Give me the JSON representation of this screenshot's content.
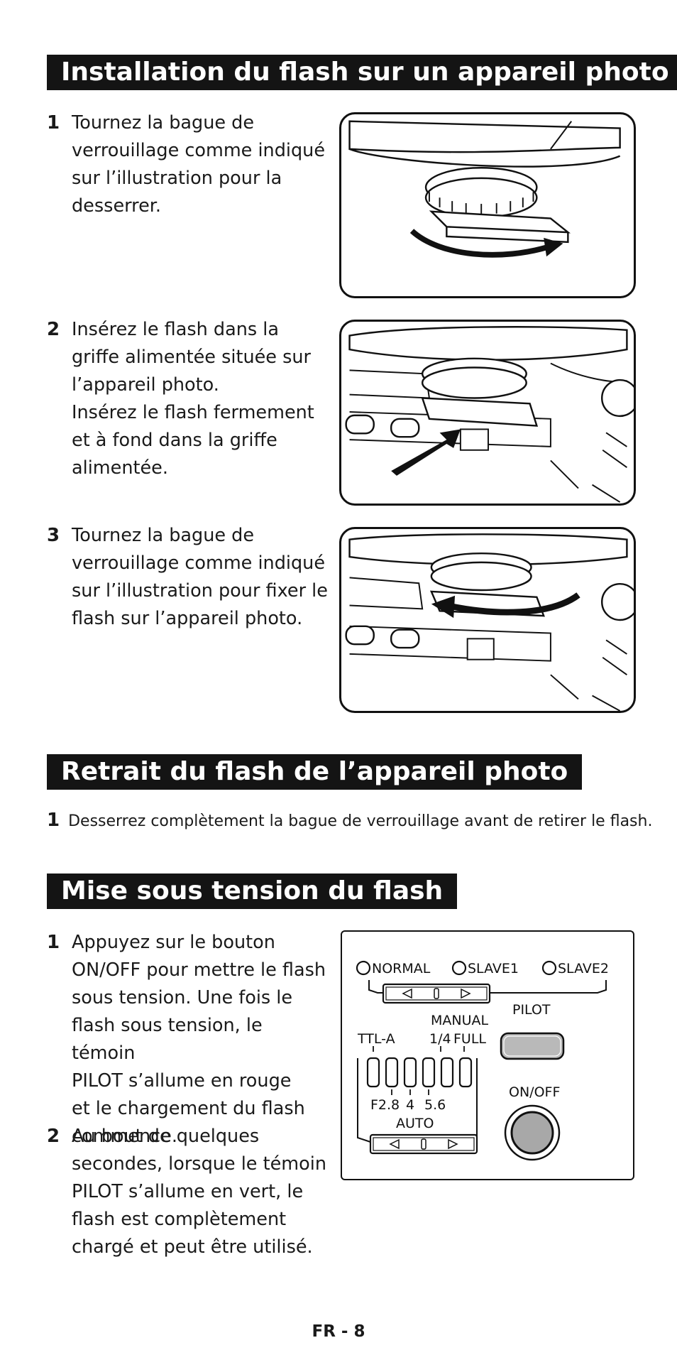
{
  "sections": [
    {
      "title": "Installation du flash sur un appareil photo"
    },
    {
      "title": "Retrait du flash de l’appareil photo"
    },
    {
      "title": "Mise sous tension du flash"
    }
  ],
  "install_steps": [
    {
      "num": "1",
      "lines": [
        "Tournez la bague de",
        "verrouillage comme indiqué",
        "sur l’illustration pour la",
        "desserrer."
      ]
    },
    {
      "num": "2",
      "lines": [
        "Insérez le flash dans la",
        "griffe alimentée située sur",
        "l’appareil photo.",
        "Insérez le flash fermement",
        "et à fond dans la griffe",
        "alimentée."
      ]
    },
    {
      "num": "3",
      "lines": [
        "Tournez la bague de",
        "verrouillage comme indiqué",
        "sur l’illustration pour fixer le",
        "flash sur l’appareil photo."
      ]
    }
  ],
  "removal_step": {
    "num": "1",
    "text": "Desserrez complètement la bague de verrouillage avant de retirer le flash."
  },
  "power_steps": [
    {
      "num": "1",
      "lines": [
        "Appuyez sur le bouton",
        "ON/OFF pour mettre le flash",
        "sous tension. Une fois le",
        "flash sous tension, le témoin",
        "PILOT s’allume en rouge",
        "et le chargement du flash",
        "commence."
      ]
    },
    {
      "num": "2",
      "lines": [
        "Au bout de quelques",
        "secondes, lorsque le témoin",
        "PILOT s’allume en vert, le",
        "flash est complètement",
        "chargé et peut être utilisé."
      ]
    }
  ],
  "panel": {
    "modes": [
      "NORMAL",
      "SLAVE1",
      "SLAVE2"
    ],
    "pilot": "PILOT",
    "manual": "MANUAL",
    "ttl": "TTL-A",
    "manual_values": [
      "1/4",
      "FULL"
    ],
    "auto_values": [
      "F2.8",
      "4",
      "5.6"
    ],
    "auto": "AUTO",
    "onoff": "ON/OFF"
  },
  "footer": "FR - 8"
}
